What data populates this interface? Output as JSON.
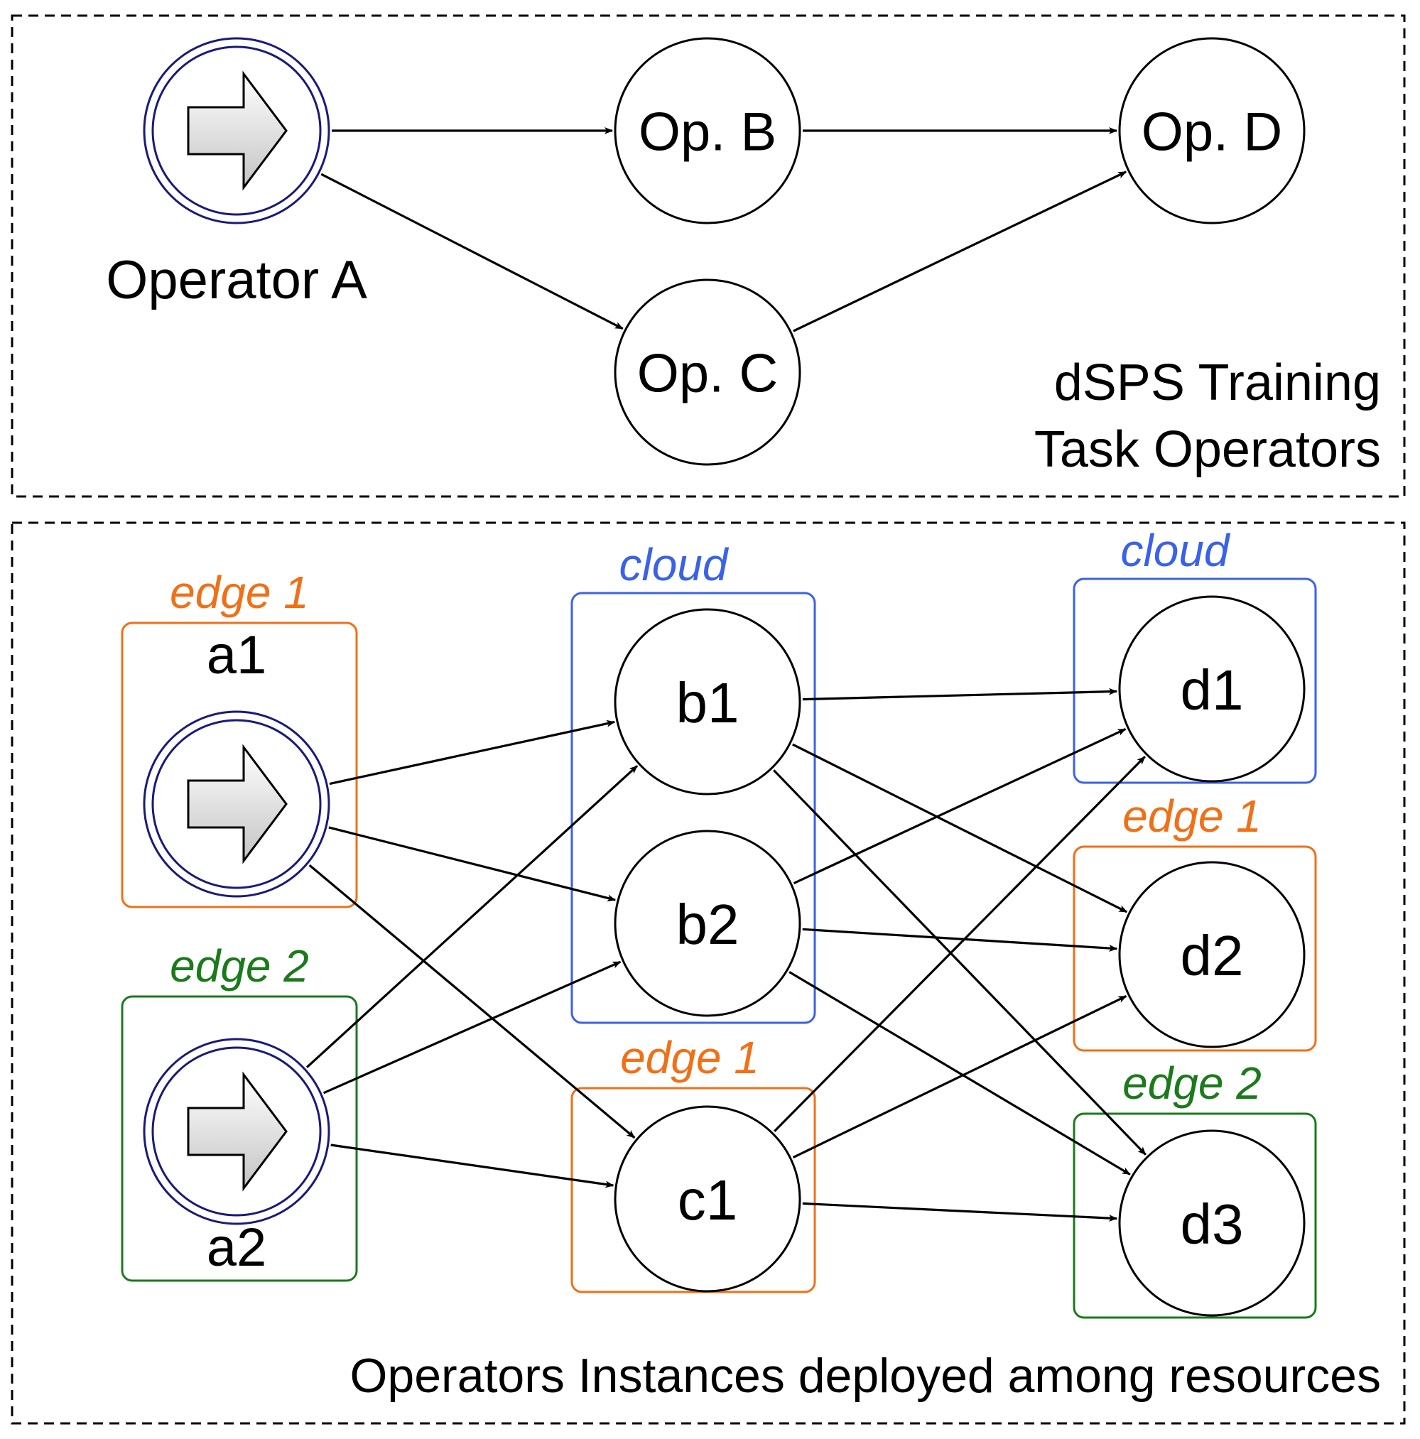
{
  "colors": {
    "cloud": "#3a62e8",
    "edge 1": "#f07018",
    "edge 2": "#1b7a1b",
    "source_ring": "#1a1a7a"
  },
  "top_panel": {
    "caption_line1": "dSPS Training",
    "caption_line2": "Task Operators",
    "source_label": "Operator A",
    "nodes": [
      {
        "id": "A",
        "label": "",
        "kind": "source"
      },
      {
        "id": "B",
        "label": "Op. B",
        "kind": "operator"
      },
      {
        "id": "C",
        "label": "Op. C",
        "kind": "operator"
      },
      {
        "id": "D",
        "label": "Op. D",
        "kind": "operator"
      }
    ],
    "edges": [
      [
        "A",
        "B"
      ],
      [
        "A",
        "C"
      ],
      [
        "B",
        "D"
      ],
      [
        "C",
        "D"
      ]
    ]
  },
  "bottom_panel": {
    "caption": "Operators Instances deployed among resources",
    "groups": [
      {
        "id": "gA1",
        "label": "edge 1",
        "resource": "edge 1"
      },
      {
        "id": "gA2",
        "label": "edge 2",
        "resource": "edge 2"
      },
      {
        "id": "gB",
        "label": "cloud",
        "resource": "cloud"
      },
      {
        "id": "gC",
        "label": "edge 1",
        "resource": "edge 1"
      },
      {
        "id": "gD1",
        "label": "cloud",
        "resource": "cloud"
      },
      {
        "id": "gD2",
        "label": "edge 1",
        "resource": "edge 1"
      },
      {
        "id": "gD3",
        "label": "edge 2",
        "resource": "edge 2"
      }
    ],
    "nodes": [
      {
        "id": "a1",
        "label": "a1",
        "kind": "source"
      },
      {
        "id": "a2",
        "label": "a2",
        "kind": "source"
      },
      {
        "id": "b1",
        "label": "b1",
        "kind": "operator"
      },
      {
        "id": "b2",
        "label": "b2",
        "kind": "operator"
      },
      {
        "id": "c1",
        "label": "c1",
        "kind": "operator"
      },
      {
        "id": "d1",
        "label": "d1",
        "kind": "operator"
      },
      {
        "id": "d2",
        "label": "d2",
        "kind": "operator"
      },
      {
        "id": "d3",
        "label": "d3",
        "kind": "operator"
      }
    ],
    "edges": [
      [
        "a1",
        "b1"
      ],
      [
        "a1",
        "b2"
      ],
      [
        "a1",
        "c1"
      ],
      [
        "a2",
        "b1"
      ],
      [
        "a2",
        "b2"
      ],
      [
        "a2",
        "c1"
      ],
      [
        "b1",
        "d1"
      ],
      [
        "b1",
        "d2"
      ],
      [
        "b1",
        "d3"
      ],
      [
        "b2",
        "d1"
      ],
      [
        "b2",
        "d2"
      ],
      [
        "b2",
        "d3"
      ],
      [
        "c1",
        "d1"
      ],
      [
        "c1",
        "d2"
      ],
      [
        "c1",
        "d3"
      ]
    ]
  }
}
